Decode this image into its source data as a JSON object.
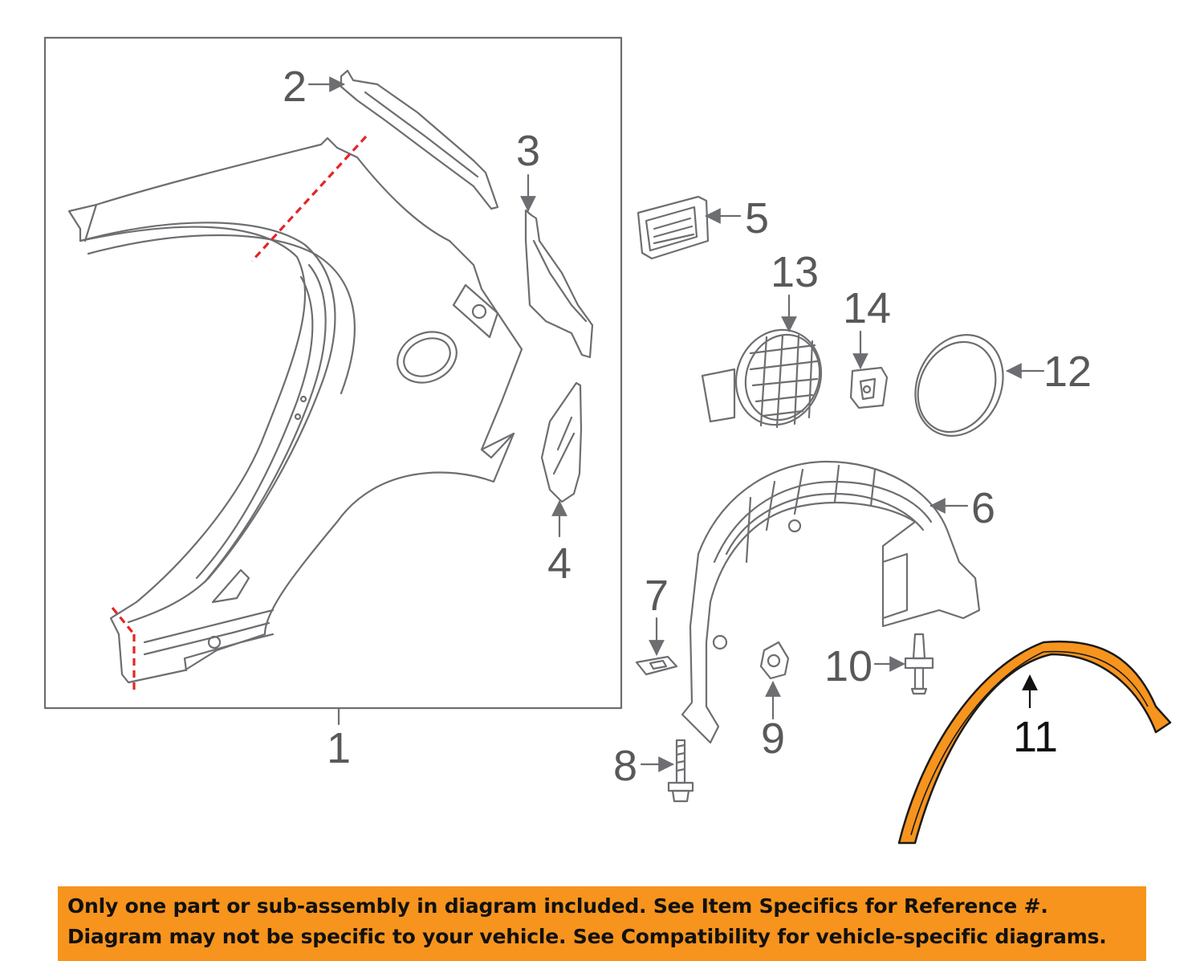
{
  "colors": {
    "line": "#6d6e71",
    "label": "#58595b",
    "highlight": "#f7941d",
    "cutline": "#e32626",
    "banner_bg": "#f7941d",
    "banner_text": "#111111"
  },
  "callouts": {
    "c1": "1",
    "c2": "2",
    "c3": "3",
    "c4": "4",
    "c5": "5",
    "c6": "6",
    "c7": "7",
    "c8": "8",
    "c9": "9",
    "c10": "10",
    "c11": "11",
    "c12": "12",
    "c13": "13",
    "c14": "14"
  },
  "highlighted_part": "11",
  "banner": {
    "line1": "Only one part or sub-assembly in diagram included. See Item Specifics for Reference #.",
    "line2": "Diagram may not be specific to your vehicle. See Compatibility for vehicle-specific diagrams."
  }
}
